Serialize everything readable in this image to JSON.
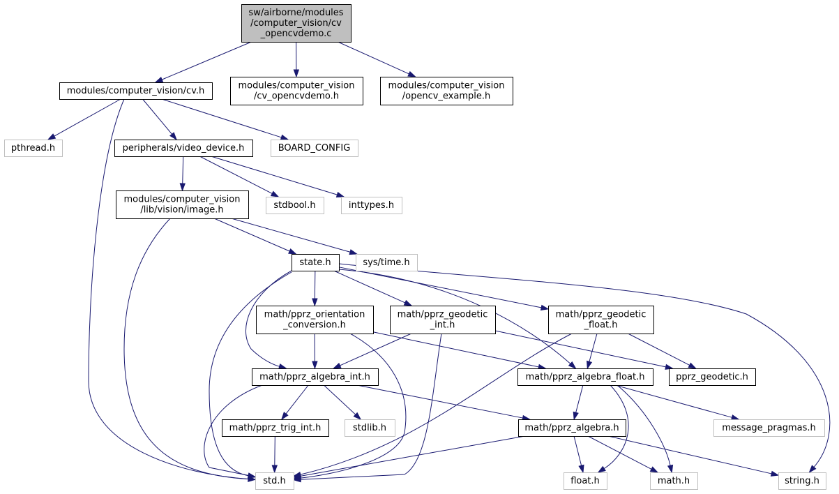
{
  "nodes": {
    "root": {
      "lines": [
        "sw/airborne/modules",
        "/computer_vision/cv",
        "_opencvdemo.c"
      ],
      "kind": "root"
    },
    "cv_h": {
      "lines": [
        "modules/computer_vision/cv.h"
      ],
      "kind": "file"
    },
    "cv_opencvdemo_h": {
      "lines": [
        "modules/computer_vision",
        "/cv_opencvdemo.h"
      ],
      "kind": "file"
    },
    "opencv_example_h": {
      "lines": [
        "modules/computer_vision",
        "/opencv_example.h"
      ],
      "kind": "file"
    },
    "pthread_h": {
      "lines": [
        "pthread.h"
      ],
      "kind": "external"
    },
    "video_device_h": {
      "lines": [
        "peripherals/video_device.h"
      ],
      "kind": "file"
    },
    "board_config": {
      "lines": [
        "BOARD_CONFIG"
      ],
      "kind": "external"
    },
    "image_h": {
      "lines": [
        "modules/computer_vision",
        "/lib/vision/image.h"
      ],
      "kind": "file"
    },
    "stdbool_h": {
      "lines": [
        "stdbool.h"
      ],
      "kind": "external"
    },
    "inttypes_h": {
      "lines": [
        "inttypes.h"
      ],
      "kind": "external"
    },
    "state_h": {
      "lines": [
        "state.h"
      ],
      "kind": "file"
    },
    "sys_time_h": {
      "lines": [
        "sys/time.h"
      ],
      "kind": "external"
    },
    "orientation_h": {
      "lines": [
        "math/pprz_orientation",
        "_conversion.h"
      ],
      "kind": "file"
    },
    "geodetic_int_h": {
      "lines": [
        "math/pprz_geodetic",
        "_int.h"
      ],
      "kind": "file"
    },
    "geodetic_float_h": {
      "lines": [
        "math/pprz_geodetic",
        "_float.h"
      ],
      "kind": "file"
    },
    "algebra_int_h": {
      "lines": [
        "math/pprz_algebra_int.h"
      ],
      "kind": "file"
    },
    "algebra_float_h": {
      "lines": [
        "math/pprz_algebra_float.h"
      ],
      "kind": "file"
    },
    "pprz_geodetic_h": {
      "lines": [
        "pprz_geodetic.h"
      ],
      "kind": "file"
    },
    "trig_int_h": {
      "lines": [
        "math/pprz_trig_int.h"
      ],
      "kind": "file"
    },
    "stdlib_h": {
      "lines": [
        "stdlib.h"
      ],
      "kind": "external"
    },
    "algebra_h": {
      "lines": [
        "math/pprz_algebra.h"
      ],
      "kind": "file"
    },
    "message_pragmas_h": {
      "lines": [
        "message_pragmas.h"
      ],
      "kind": "external"
    },
    "std_h": {
      "lines": [
        "std.h"
      ],
      "kind": "external"
    },
    "float_h": {
      "lines": [
        "float.h"
      ],
      "kind": "external"
    },
    "math_h": {
      "lines": [
        "math.h"
      ],
      "kind": "external"
    },
    "string_h": {
      "lines": [
        "string.h"
      ],
      "kind": "external"
    }
  },
  "edges": [
    [
      "root",
      "cv_h"
    ],
    [
      "root",
      "cv_opencvdemo_h"
    ],
    [
      "root",
      "opencv_example_h"
    ],
    [
      "cv_h",
      "pthread_h"
    ],
    [
      "cv_h",
      "video_device_h"
    ],
    [
      "cv_h",
      "board_config"
    ],
    [
      "cv_h",
      "std_h"
    ],
    [
      "video_device_h",
      "image_h"
    ],
    [
      "video_device_h",
      "stdbool_h"
    ],
    [
      "video_device_h",
      "inttypes_h"
    ],
    [
      "image_h",
      "state_h"
    ],
    [
      "image_h",
      "sys_time_h"
    ],
    [
      "image_h",
      "std_h"
    ],
    [
      "state_h",
      "orientation_h"
    ],
    [
      "state_h",
      "geodetic_int_h"
    ],
    [
      "state_h",
      "geodetic_float_h"
    ],
    [
      "state_h",
      "algebra_int_h"
    ],
    [
      "state_h",
      "algebra_float_h"
    ],
    [
      "state_h",
      "std_h"
    ],
    [
      "state_h",
      "string_h"
    ],
    [
      "orientation_h",
      "algebra_int_h"
    ],
    [
      "orientation_h",
      "algebra_float_h"
    ],
    [
      "orientation_h",
      "std_h"
    ],
    [
      "geodetic_int_h",
      "algebra_int_h"
    ],
    [
      "geodetic_int_h",
      "pprz_geodetic_h"
    ],
    [
      "geodetic_int_h",
      "std_h"
    ],
    [
      "geodetic_float_h",
      "algebra_float_h"
    ],
    [
      "geodetic_float_h",
      "pprz_geodetic_h"
    ],
    [
      "geodetic_float_h",
      "std_h"
    ],
    [
      "algebra_int_h",
      "trig_int_h"
    ],
    [
      "algebra_int_h",
      "stdlib_h"
    ],
    [
      "algebra_int_h",
      "algebra_h"
    ],
    [
      "algebra_int_h",
      "std_h"
    ],
    [
      "algebra_float_h",
      "algebra_h"
    ],
    [
      "algebra_float_h",
      "message_pragmas_h"
    ],
    [
      "algebra_float_h",
      "float_h"
    ],
    [
      "algebra_float_h",
      "math_h"
    ],
    [
      "trig_int_h",
      "std_h"
    ],
    [
      "algebra_h",
      "std_h"
    ],
    [
      "algebra_h",
      "float_h"
    ],
    [
      "algebra_h",
      "math_h"
    ],
    [
      "algebra_h",
      "string_h"
    ]
  ],
  "colors": {
    "edge": "#191970",
    "root_fill": "#bfbfbf",
    "root_stroke": "#000000",
    "file_stroke": "#000000",
    "external_stroke": "#bfbfbf",
    "node_fill": "#ffffff"
  }
}
